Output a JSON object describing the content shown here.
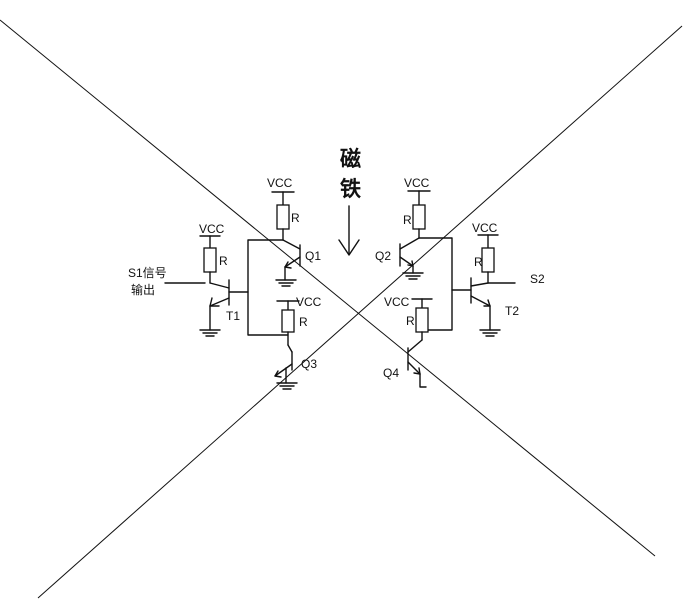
{
  "diagram": {
    "magnet_line1": "磁",
    "magnet_line2": "铁",
    "s1_line1": "S1信号",
    "s1_line2": "输出",
    "s2": "S2",
    "t1": "T1",
    "t2": "T2",
    "q1": "Q1",
    "q2": "Q2",
    "q3": "Q3",
    "q4": "Q4",
    "vcc": "VCC",
    "r": "R"
  }
}
